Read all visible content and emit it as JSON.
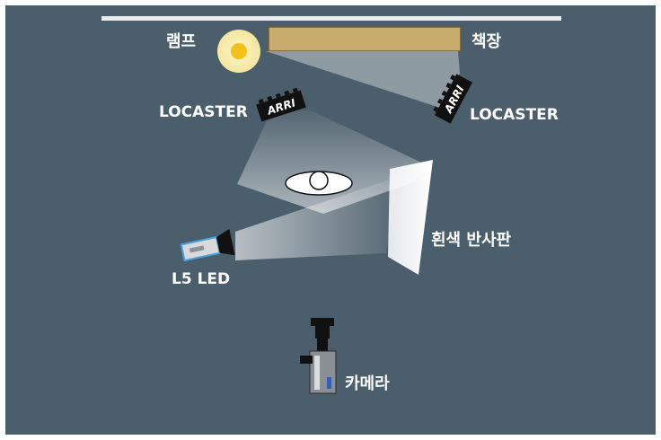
{
  "labels": {
    "lamp": "램프",
    "bookshelf": "책장",
    "locaster_left": "LOCASTER",
    "locaster_right": "LOCASTER",
    "reflector": "흰색 반사판",
    "l5_led": "L5 LED",
    "camera": "카메라"
  },
  "brand": {
    "arri_left": "ARRI",
    "arri_right": "ARRI"
  },
  "colors": {
    "background": "#4b5e6b",
    "wall": "#e8ecef",
    "bookshelf": "#c9ad6e",
    "lamp_glow": "#f3e6a0",
    "lamp_core": "#f2c21a",
    "light_beam": "#ffffff",
    "reflector": "#ffffff",
    "l5_accent": "#4aa3e0",
    "camera_body": "#8a8f94"
  }
}
